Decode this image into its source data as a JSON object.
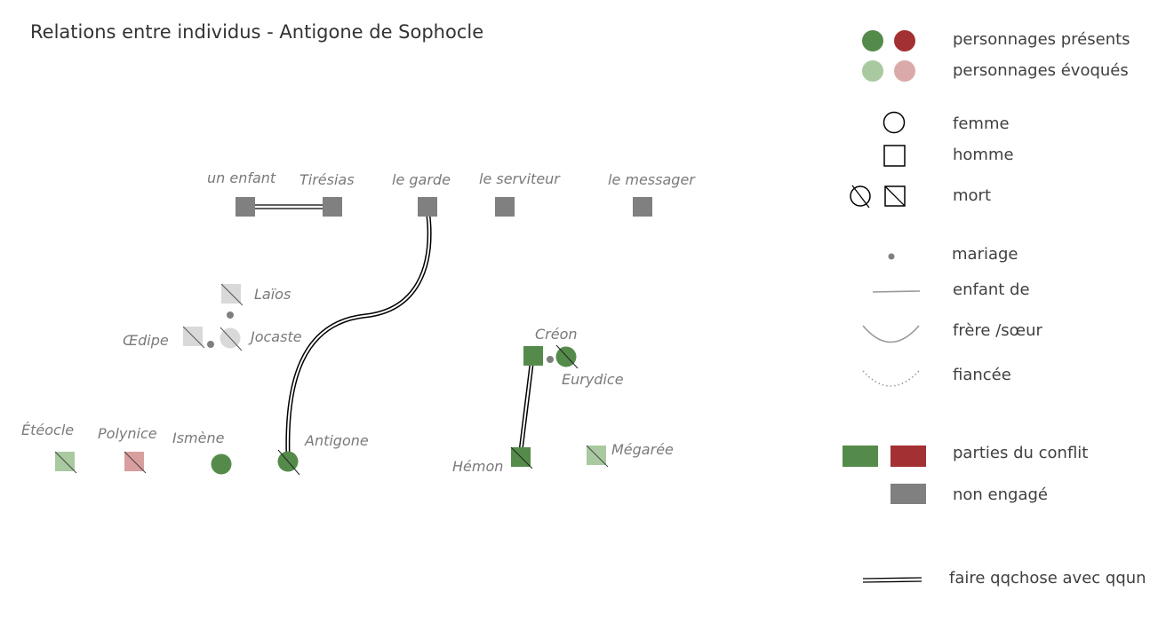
{
  "title": "Relations entre individus - Antigone de Sophocle",
  "colors": {
    "present_green": "#558b4a",
    "present_red": "#a33033",
    "evoked_green": "#a9c9a0",
    "evoked_red": "#d9aaa9",
    "evoked_grey": "#d9d9d9",
    "neutral": "#808080",
    "dot": "#7f7f7f"
  },
  "characters": {
    "enfant": "un enfant",
    "tiresias": "Tirésias",
    "garde": "le garde",
    "serviteur": "le serviteur",
    "messager": "le messager",
    "laios": "Laïos",
    "oedipe": "Œdipe",
    "jocaste": "Jocaste",
    "creon": "Créon",
    "eurydice": "Eurydice",
    "eteocle": "Étéocle",
    "polynice": "Polynice",
    "ismene": "Ismène",
    "antigone": "Antigone",
    "hemon": "Hémon",
    "megaree": "Mégarée"
  },
  "legend": {
    "presents": "personnages présents",
    "evoques": "personnages évoqués",
    "femme": "femme",
    "homme": "homme",
    "mort": "mort",
    "mariage": "mariage",
    "enfant_de": "enfant de",
    "frere_soeur": "frère /sœur",
    "fiancee": "fiancée",
    "parties": "parties du conflit",
    "non_engage": "non engagé",
    "faire": "faire qqchose avec qqun"
  }
}
